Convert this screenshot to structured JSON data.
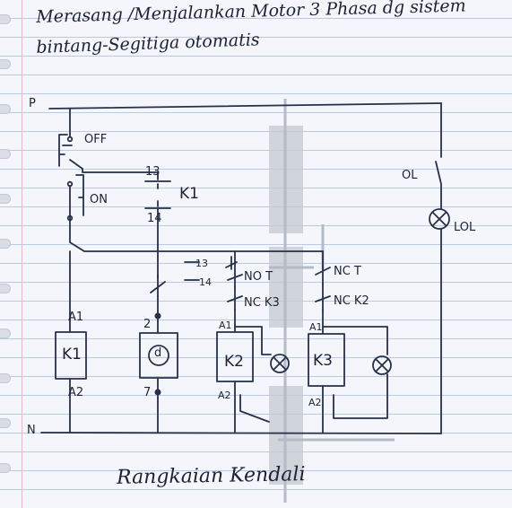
{
  "title_line_1": "Merasang /Menjalankan Motor 3 Phasa dg sistem",
  "title_line_2": "bintang-Segitiga otomatis",
  "caption": "Rangkaian Kendali",
  "rails": {
    "top": "P",
    "bottom": "N"
  },
  "off_switch_label": "OFF",
  "on_switch_label": "ON",
  "k1_contact": {
    "label": "K1",
    "terminal_top": "13",
    "terminal_bottom": "14"
  },
  "timer_contacts": {
    "terminal_top": "13",
    "terminal_bottom": "14"
  },
  "contact_labels": {
    "no_t": "NO T",
    "nc_k3": "NC K3",
    "nc_t": "NC T",
    "nc_k2": "NC K2"
  },
  "overload": {
    "contact_label": "OL",
    "lamp_label": "LOL"
  },
  "k1_coil": {
    "label": "K1",
    "terminal_top": "A1",
    "terminal_bottom": "A2"
  },
  "timer_coil": {
    "label": "d",
    "terminal_top": "2",
    "terminal_bottom": "7"
  },
  "k2_coil": {
    "label": "K2",
    "terminal_top": "A1",
    "terminal_bottom": "A2"
  },
  "k3_coil": {
    "label": "K3",
    "terminal_top": "A1",
    "terminal_bottom": "A2"
  }
}
